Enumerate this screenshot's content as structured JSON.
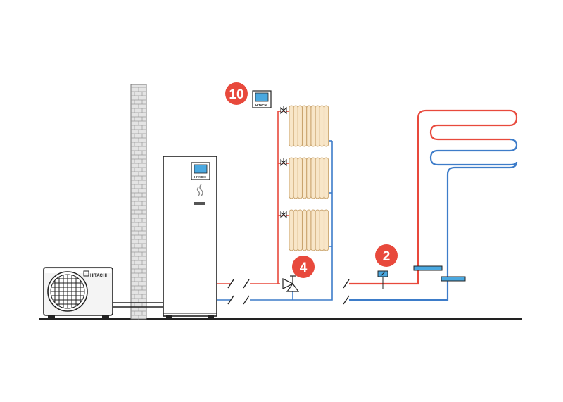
{
  "brand": "HITACHI",
  "callouts": [
    {
      "id": "thermostat",
      "label": "10"
    },
    {
      "id": "mixing-valve",
      "label": "4"
    },
    {
      "id": "sensor",
      "label": "2"
    }
  ],
  "colors": {
    "supply": "#e8493c",
    "return": "#3d7cc9",
    "badge": "#e8493c",
    "radiator_fill": "#f8e6c8",
    "radiator_stroke": "#c9a46e",
    "brick": "#dddddd",
    "unit_outline": "#222222",
    "screen": "#4aa8e0",
    "manifold": "#4aa8e0"
  },
  "icons": {
    "heat_pump_fan": "fan-grille-icon",
    "steam": "steam-wave-icon",
    "valve": "valve-icon",
    "sensor": "sensor-icon"
  }
}
